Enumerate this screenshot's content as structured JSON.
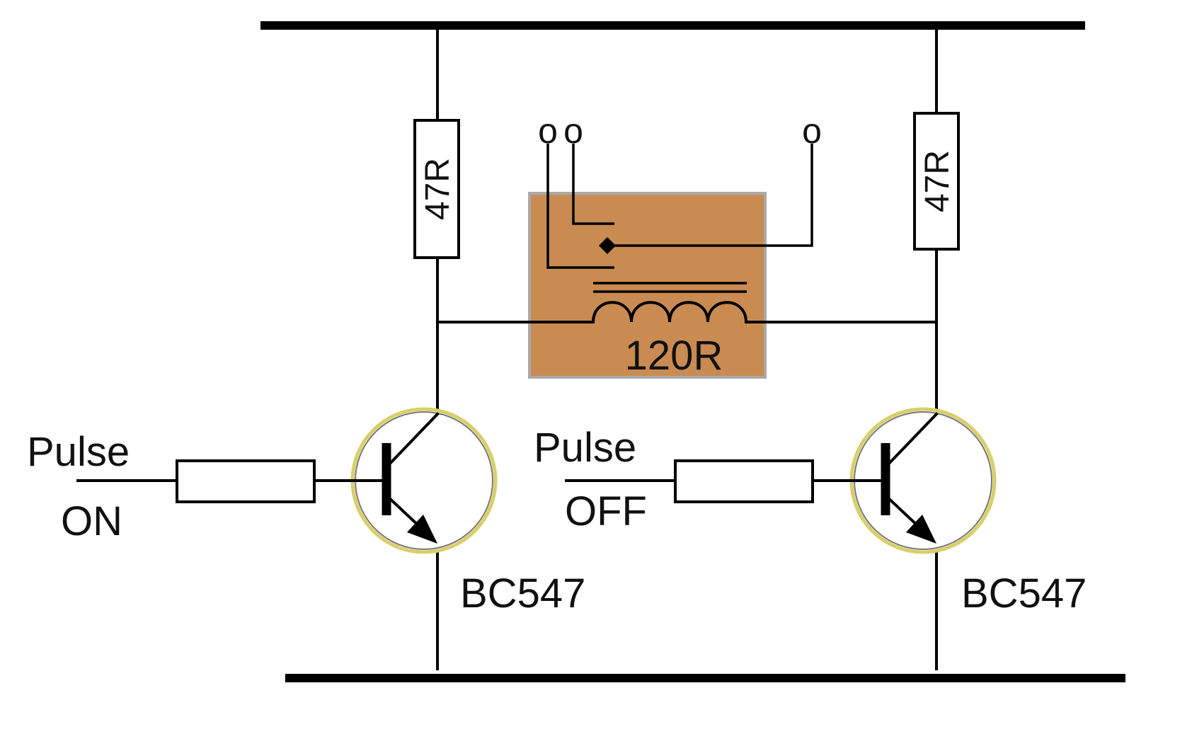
{
  "circuit": {
    "resistor_left": "47R",
    "resistor_right": "47R",
    "relay_coil": "120R",
    "pulse_on_line1": "Pulse",
    "pulse_on_line2": "ON",
    "pulse_off_line1": "Pulse",
    "pulse_off_line2": "OFF",
    "transistor_left": "BC547",
    "transistor_right": "BC547",
    "contact_1": "o",
    "contact_2": "o",
    "contact_3": "o"
  },
  "colors": {
    "relay_fill": "#c98b52",
    "relay_border": "#a9a9a9",
    "transistor_ring": "#d8cf6a"
  }
}
